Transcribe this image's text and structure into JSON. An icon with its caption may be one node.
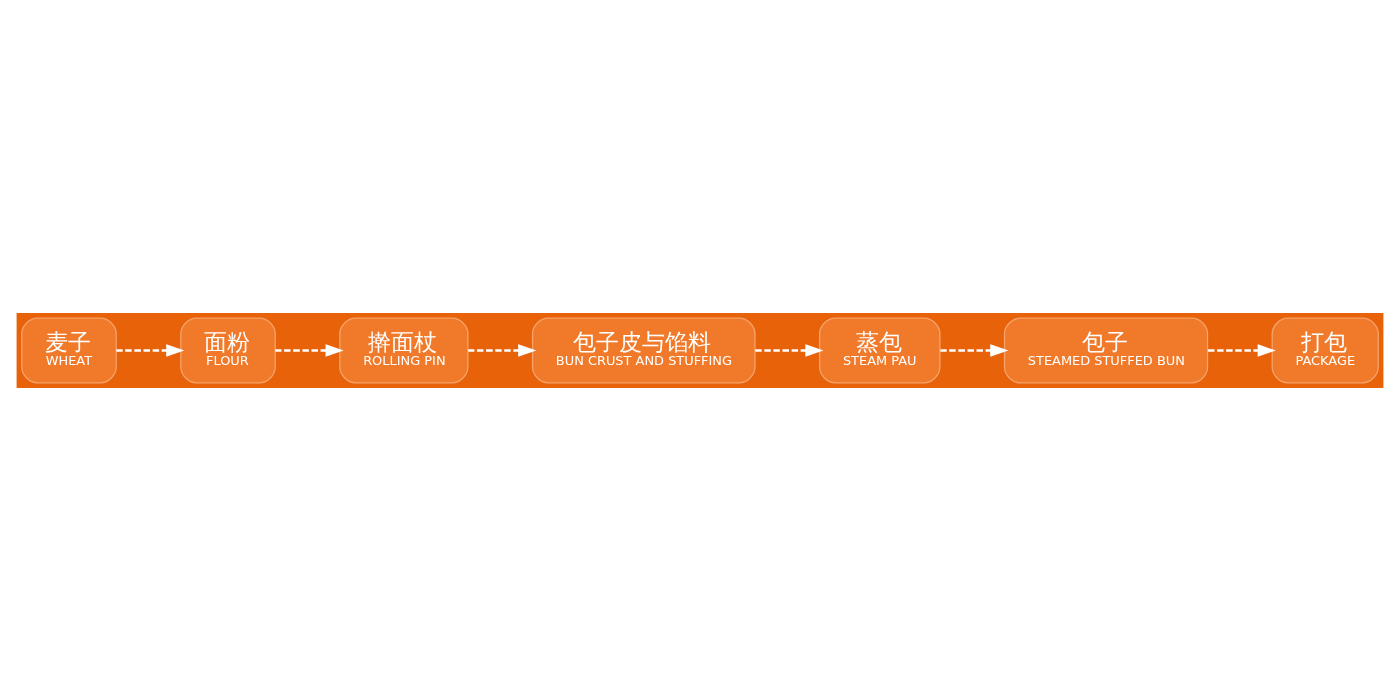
{
  "diagram": {
    "nodes": [
      {
        "text": [
          "麦子",
          "WHEAT"
        ]
      },
      {
        "text": [
          "面粉",
          "FLOUR"
        ]
      },
      {
        "text": [
          "擀面杖",
          "ROLLING PIN"
        ]
      },
      {
        "text": [
          "包子皮与馅料",
          "BUN CRUST AND STUFFING"
        ]
      },
      {
        "text": [
          "蒸包",
          "STEAM PAU"
        ]
      },
      {
        "text": [
          "包子",
          "STEAMED STUFFED BUN"
        ]
      },
      {
        "text": [
          "打包",
          "PACKAGE"
        ]
      }
    ],
    "edges": [
      {
        "from": 0,
        "to": 1,
        "arrow": "to",
        "style": "dashed"
      },
      {
        "from": 1,
        "to": 2,
        "arrow": "to",
        "style": "dashed"
      },
      {
        "from": 2,
        "to": 3,
        "arrow": "to",
        "style": "dashed"
      },
      {
        "from": 3,
        "to": 4,
        "arrow": "to",
        "style": "dashed"
      },
      {
        "from": 4,
        "to": 5,
        "arrow": "to",
        "style": "dashed"
      },
      {
        "from": 5,
        "to": 6,
        "arrow": "to",
        "style": "dashed"
      }
    ]
  }
}
